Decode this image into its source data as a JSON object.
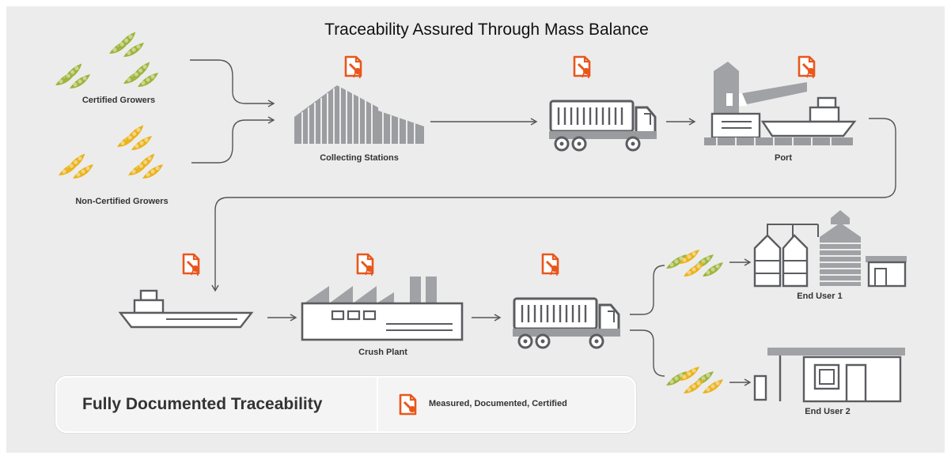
{
  "title": "Traceability Assured Through Mass Balance",
  "nodes": {
    "certified_growers": "Certified Growers",
    "non_certified_growers": "Non-Certified Growers",
    "collecting_stations": "Collecting Stations",
    "port": "Port",
    "crush_plant": "Crush Plant",
    "end_user_1": "End User 1",
    "end_user_2": "End User 2"
  },
  "legend": {
    "title": "Fully Documented Traceability",
    "item": "Measured, Documented, Certified",
    "icon": "document-seal-icon"
  },
  "colors": {
    "background": "#ececec",
    "icon_gray": "#8f9094",
    "document_orange": "#e8571c",
    "certified_green": "#9db43a",
    "non_certified_yellow": "#eab21b"
  }
}
